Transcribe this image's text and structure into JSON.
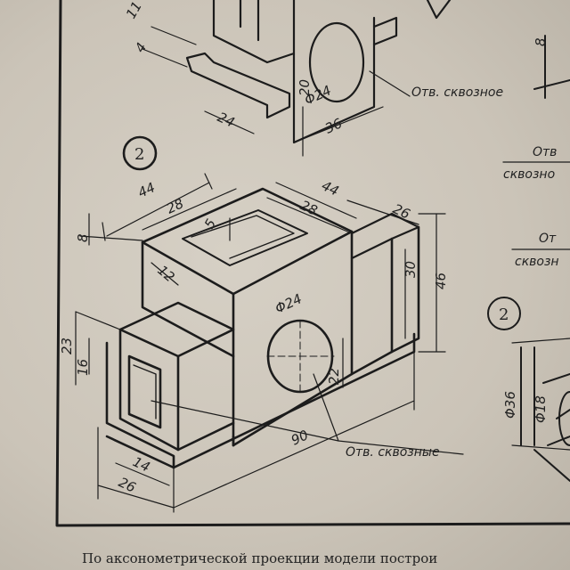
{
  "top_model": {
    "dims": [
      "11",
      "4",
      "20",
      "24",
      "36",
      "8"
    ],
    "diameter": "Φ24",
    "note": "Отв. сквозное"
  },
  "model2": {
    "number": "2",
    "dims": {
      "d44a": "44",
      "d28a": "28",
      "d44b": "44",
      "d28b": "28",
      "d26t": "26",
      "d8": "8",
      "d5": "5",
      "d12": "12",
      "d30": "30",
      "d46": "46",
      "d23": "23",
      "d16": "16",
      "d22": "22",
      "d14": "14",
      "d26b": "26",
      "d90": "90"
    },
    "diameter": "Φ24",
    "note": "Отв. сквозные"
  },
  "right_column": {
    "note1_top": "Отв",
    "note1_bottom": "сквозно",
    "note2_top": "От",
    "note2_bottom": "сквозн",
    "number": "2",
    "d36": "Φ36",
    "d18": "Φ18"
  },
  "caption": "По аксонометрической проекции модели построи"
}
